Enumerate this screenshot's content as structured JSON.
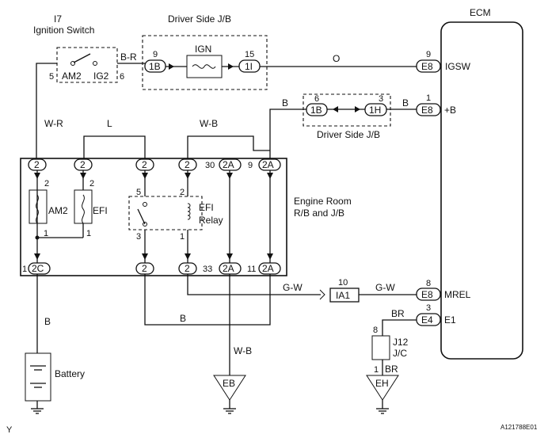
{
  "ecm": {
    "title": "ECM",
    "pins": [
      {
        "num": "9",
        "conn": "E8",
        "name": "IGSW"
      },
      {
        "num": "1",
        "conn": "E8",
        "name": "+B"
      },
      {
        "num": "8",
        "conn": "E8",
        "name": "MREL"
      },
      {
        "num": "3",
        "conn": "E4",
        "name": "E1"
      }
    ]
  },
  "ignition": {
    "ref": "I7",
    "name": "Ignition Switch",
    "left_pin": "5",
    "right_pin": "6",
    "contact_left": "AM2",
    "contact_right": "IG2"
  },
  "driver_jb_top": {
    "title": "Driver Side J/B",
    "fuse": "IGN",
    "left": {
      "pin": "9",
      "conn": "1B"
    },
    "right": {
      "pin": "15",
      "conn": "1I"
    }
  },
  "driver_jb_mid": {
    "title": "Driver Side J/B",
    "left": {
      "pin": "6",
      "conn": "1B"
    },
    "right": {
      "pin": "3",
      "conn": "1H"
    }
  },
  "wires": {
    "br_label": "B-R",
    "o_label": "O",
    "b_label_1": "B",
    "b_label_2": "B",
    "wr_label": "W-R",
    "l_label": "L",
    "wb_label": "W-B",
    "gw_label_1": "G-W",
    "gw_label_2": "G-W",
    "b_battery": "B",
    "b_bottom": "B",
    "wb_bottom": "W-B",
    "br_top": "BR",
    "br_bottom": "BR"
  },
  "engine_room": {
    "label_line1": "Engine Room",
    "label_line2": "R/B and J/B",
    "top_connectors": [
      "2",
      "2",
      "2",
      "2",
      "2A",
      "2A"
    ],
    "top_pin_30": "30",
    "top_pin_9": "9",
    "bottom_connectors": [
      "2C",
      "2",
      "2",
      "2A",
      "2A"
    ],
    "bottom_pin_1": "1",
    "bottom_pin_33": "33",
    "bottom_pin_11": "11",
    "am2_fuse": "AM2",
    "efi_fuse": "EFI",
    "relay_line1": "EFI",
    "relay_line2": "Relay",
    "am2_top_pin": "2",
    "am2_bottom_pin": "1",
    "efi_top_pin": "2",
    "efi_bottom_pin": "1",
    "relay_pins": [
      "5",
      "2",
      "3",
      "1"
    ]
  },
  "ia1": {
    "pin": "10",
    "conn": "IA1"
  },
  "j12": {
    "name_line1": "J12",
    "name_line2": "J/C",
    "pin_top": "8",
    "pin_bottom": "1"
  },
  "grounds": {
    "eb": "EB",
    "eh": "EH"
  },
  "battery": {
    "label": "Battery"
  },
  "footer": {
    "left": "Y",
    "right": "A121788E01"
  }
}
